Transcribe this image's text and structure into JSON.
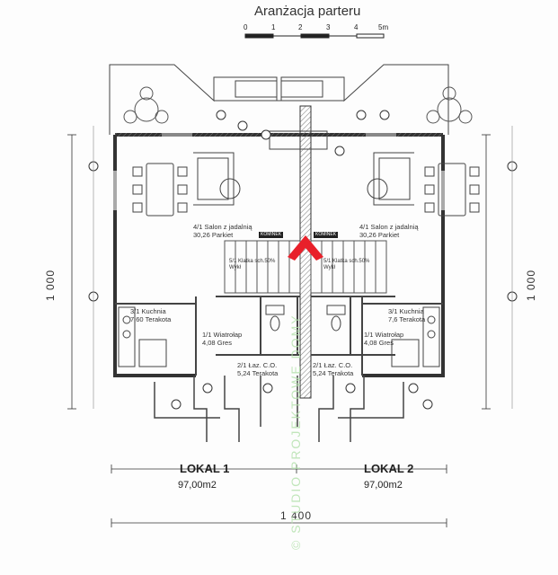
{
  "title": "Aranżacja parteru",
  "scale": {
    "ticks": [
      "0",
      "1",
      "2",
      "3",
      "4",
      "5m"
    ]
  },
  "rooms": {
    "salon_left": {
      "code": "4/1",
      "name": "Salon z jadalnią",
      "area": "30,26",
      "floor": "Parkiet"
    },
    "salon_right": {
      "code": "4/1",
      "name": "Salon z jadalnią",
      "area": "30,26",
      "floor": "Parkiet"
    },
    "kuchnia_left": {
      "code": "3/1",
      "name": "Kuchnia",
      "area": "7,60",
      "floor": "Terakota"
    },
    "kuchnia_right": {
      "code": "3/1",
      "name": "Kuchnia",
      "area": "7,6",
      "floor": "Terakota"
    },
    "wiatrolap_left": {
      "code": "1/1",
      "name": "Wiatrołap",
      "area": "4,08",
      "floor": "Gres"
    },
    "wiatrolap_right": {
      "code": "1/1",
      "name": "Wiatrołap",
      "area": "4,08",
      "floor": "Gres"
    },
    "laz_left": {
      "code": "2/1",
      "name": "Łaz. C.O.",
      "area": "5,24",
      "floor": "Terakota"
    },
    "laz_right": {
      "code": "2/1",
      "name": "Łaz. C.O.",
      "area": "5,24",
      "floor": "Terakota"
    },
    "klatka_left": {
      "code": "5/1",
      "name": "Klatka sch.50%",
      "floor": "Wykł"
    },
    "klatka_right": {
      "code": "5/1",
      "name": "Klatka sch.50%",
      "floor": "Wykł"
    }
  },
  "kominek": "KOMINEK",
  "units": [
    {
      "name": "LOKAL 1",
      "area": "97,00m2"
    },
    {
      "name": "LOKAL 2",
      "area": "97,00m2"
    }
  ],
  "dimensions": {
    "height_left": "1 000",
    "height_right": "1 000",
    "width": "1 400"
  },
  "watermark": "© STUDIO PROJEKTOWE DOMY",
  "colors": {
    "line": "#333333",
    "wall": "#555555",
    "accent_red": "#e8202a",
    "watermark": "#b7e2b0"
  }
}
